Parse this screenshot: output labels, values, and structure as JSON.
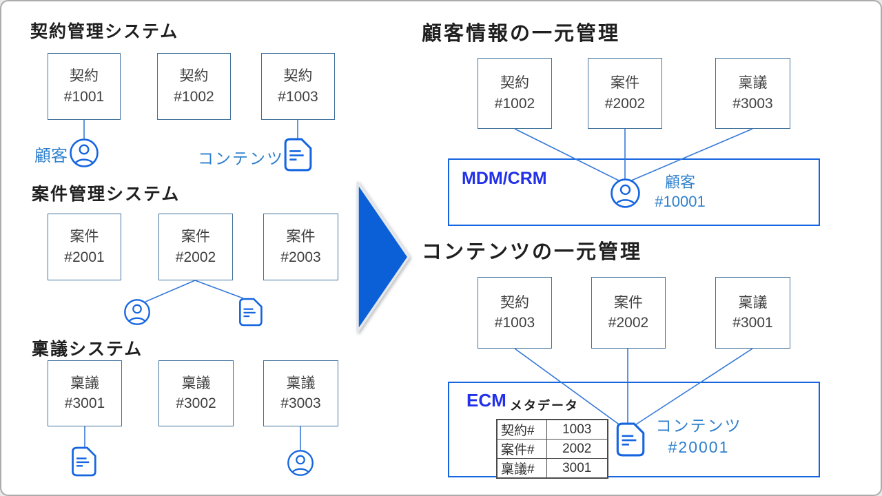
{
  "colors": {
    "box_border": "#41719C",
    "connector_blue": "#3579D8",
    "icon_blue": "#1565E0",
    "label_blue": "#2E7FCC",
    "system_name_blue": "#2230E8",
    "arrow_blue": "#0B5FD7"
  },
  "icons": {
    "person": "person-icon",
    "document": "document-icon",
    "arrow": "right-arrow"
  },
  "left": {
    "sections": [
      {
        "heading": "契約管理システム",
        "boxes": [
          {
            "title": "契約",
            "id": "#1001"
          },
          {
            "title": "契約",
            "id": "#1002"
          },
          {
            "title": "契約",
            "id": "#1003"
          }
        ]
      },
      {
        "heading": "案件管理システム",
        "boxes": [
          {
            "title": "案件",
            "id": "#2001"
          },
          {
            "title": "案件",
            "id": "#2002"
          },
          {
            "title": "案件",
            "id": "#2003"
          }
        ]
      },
      {
        "heading": "稟議システム",
        "boxes": [
          {
            "title": "稟議",
            "id": "#3001"
          },
          {
            "title": "稟議",
            "id": "#3002"
          },
          {
            "title": "稟議",
            "id": "#3003"
          }
        ]
      }
    ],
    "customer_label": "顧客",
    "content_label": "コンテンツ"
  },
  "right": {
    "customer_section": {
      "heading": "顧客情報の一元管理",
      "boxes": [
        {
          "title": "契約",
          "id": "#1002"
        },
        {
          "title": "案件",
          "id": "#2002"
        },
        {
          "title": "稟議",
          "id": "#3003"
        }
      ],
      "system": {
        "name": "MDM/CRM",
        "entity_label": "顧客",
        "entity_id": "#10001"
      }
    },
    "content_section": {
      "heading": "コンテンツの一元管理",
      "boxes": [
        {
          "title": "契約",
          "id": "#1003"
        },
        {
          "title": "案件",
          "id": "#2002"
        },
        {
          "title": "稟議",
          "id": "#3001"
        }
      ],
      "system": {
        "name": "ECM",
        "metadata_label": "メタデータ",
        "table": {
          "rows": [
            {
              "label": "契約#",
              "value": "1003"
            },
            {
              "label": "案件#",
              "value": "2002"
            },
            {
              "label": "稟議#",
              "value": "3001"
            }
          ]
        },
        "entity_label": "コンテンツ",
        "entity_id": "#20001"
      }
    }
  }
}
